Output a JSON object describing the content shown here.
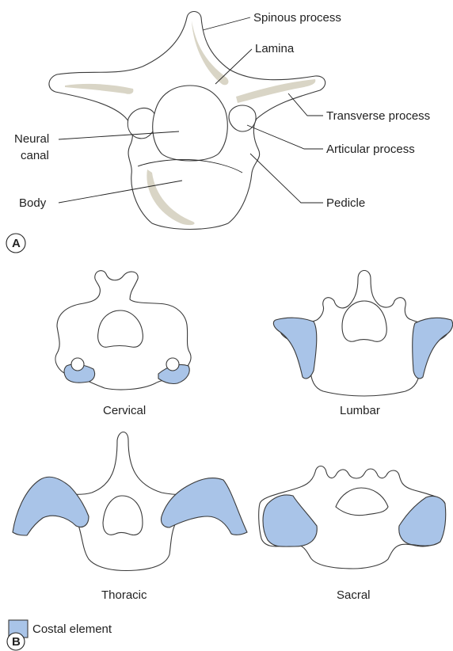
{
  "colors": {
    "bone_outline": "#3a3a3a",
    "cortex_shading": "#d9d5c6",
    "costal_element": "#a9c4e8"
  },
  "panel_a": {
    "letter": "A",
    "labels": {
      "spinous_process": "Spinous process",
      "lamina": "Lamina",
      "transverse_process": "Transverse process",
      "articular_process": "Articular process",
      "pedicle": "Pedicle",
      "neural_canal_line1": "Neural",
      "neural_canal_line2": "canal",
      "body": "Body"
    }
  },
  "panel_b": {
    "letter": "B",
    "captions": {
      "cervical": "Cervical",
      "lumbar": "Lumbar",
      "thoracic": "Thoracic",
      "sacral": "Sacral"
    },
    "legend": {
      "label": "Costal element"
    }
  }
}
